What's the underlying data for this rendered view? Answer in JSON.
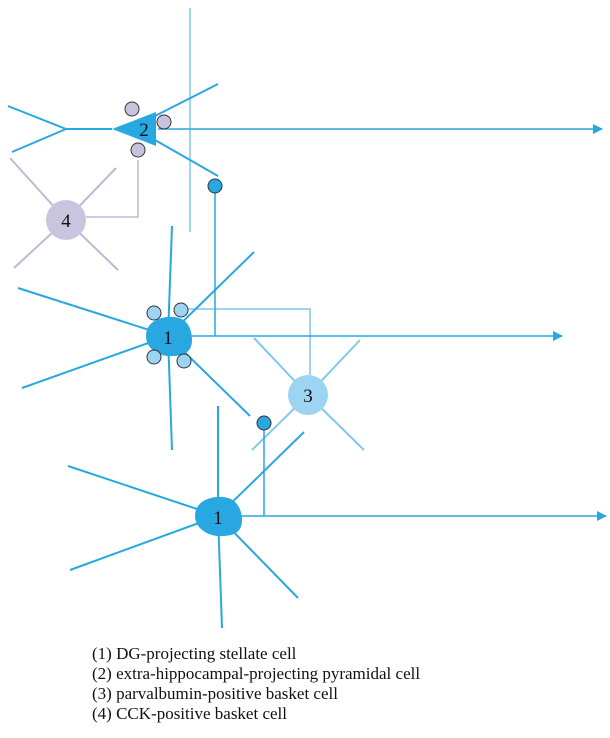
{
  "colors": {
    "stellate": "#29A7E1",
    "stellate_outline": "#1B7FB3",
    "pv_basket": "#9DD4F2",
    "pv_line": "#7FC8EE",
    "cck_basket": "#C9C5DF",
    "cck_line": "#BEB8D8",
    "cck_bouton": "#C7C2DE",
    "bouton_outline": "#333333"
  },
  "cells": {
    "stellate_top": "1",
    "stellate_bottom": "1",
    "pyramidal": "2",
    "pv_basket": "3",
    "cck_basket": "4"
  },
  "legend": [
    "(1) DG-projecting stellate cell",
    "(2) extra-hippocampal-projecting pyramidal cell",
    "(3) parvalbumin-positive basket cell",
    "(4) CCK-positive basket cell"
  ]
}
